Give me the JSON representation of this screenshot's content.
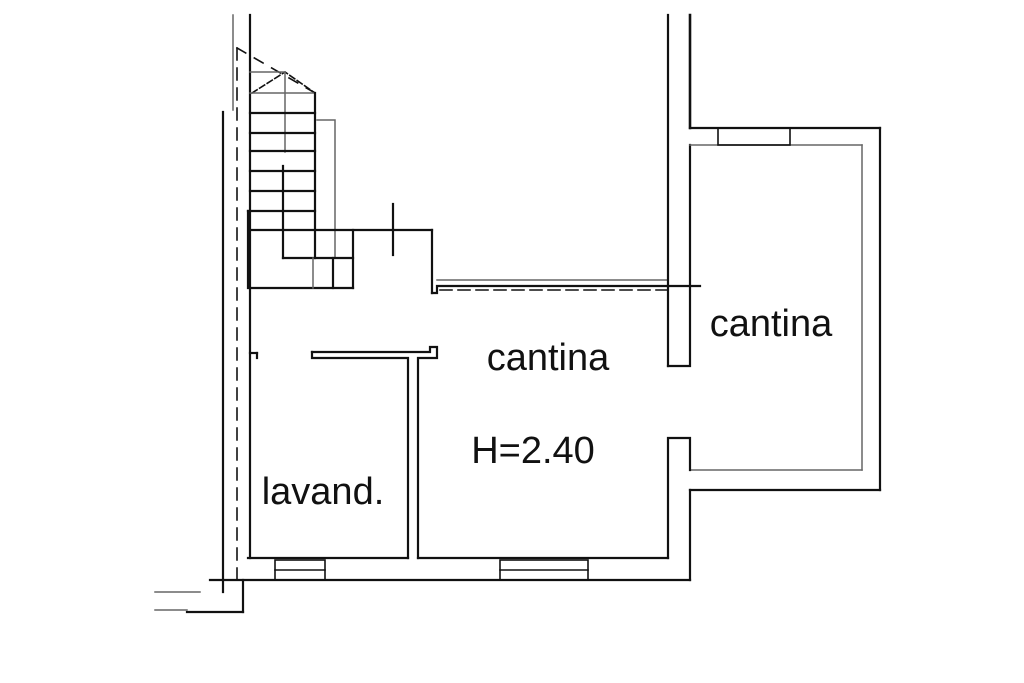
{
  "plan": {
    "rooms": [
      {
        "id": "cantina-main",
        "label": "cantina"
      },
      {
        "id": "cantina-right",
        "label": "cantina"
      },
      {
        "id": "lavanderia",
        "label": "lavand."
      }
    ],
    "height_label": "H=2.40"
  },
  "colors": {
    "line": "#111111",
    "thin": "#666666",
    "background": "#ffffff"
  }
}
